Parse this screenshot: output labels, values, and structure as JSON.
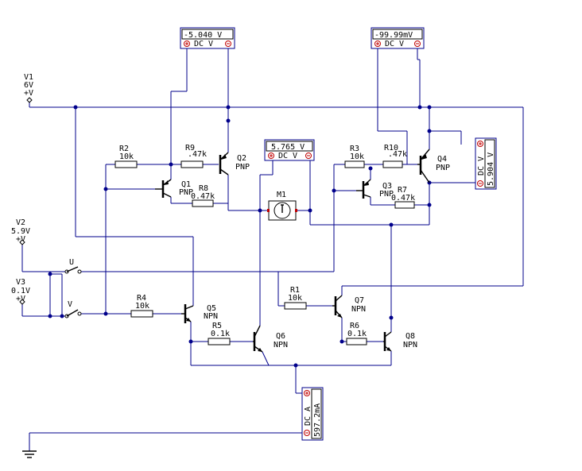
{
  "supplies": {
    "v1": {
      "name": "V1",
      "value": "6V",
      "sign": "+V"
    },
    "v2": {
      "name": "V2",
      "value": "5.9V",
      "sign": "+V"
    },
    "v3": {
      "name": "V3",
      "value": "0.1V",
      "sign": "+V"
    }
  },
  "switches": {
    "u": "U",
    "v": "V"
  },
  "resistors": [
    {
      "name": "R2",
      "value": "10k"
    },
    {
      "name": "R9",
      "value": ".47k"
    },
    {
      "name": "R8",
      "value": "0.47k"
    },
    {
      "name": "R3",
      "value": "10k"
    },
    {
      "name": "R10",
      "value": ".47k"
    },
    {
      "name": "R7",
      "value": "0.47k"
    },
    {
      "name": "R4",
      "value": "10k"
    },
    {
      "name": "R5",
      "value": "0.1k"
    },
    {
      "name": "R1",
      "value": "10k"
    },
    {
      "name": "R6",
      "value": "0.1k"
    }
  ],
  "transistors": [
    {
      "name": "Q1",
      "type": "PNP"
    },
    {
      "name": "Q2",
      "type": "PNP"
    },
    {
      "name": "Q3",
      "type": "PNP"
    },
    {
      "name": "Q4",
      "type": "PNP"
    },
    {
      "name": "Q5",
      "type": "NPN"
    },
    {
      "name": "Q6",
      "type": "NPN"
    },
    {
      "name": "Q7",
      "type": "NPN"
    },
    {
      "name": "Q8",
      "type": "NPN"
    }
  ],
  "motor": {
    "name": "M1"
  },
  "meters": {
    "m_left": {
      "reading": "-5.040 V",
      "mode": "DC V"
    },
    "m_right": {
      "reading": "-99.99mV",
      "mode": "DC V"
    },
    "m_center": {
      "reading": "5.765 V",
      "mode": "DC V"
    },
    "m_side": {
      "reading": "5.904 V",
      "mode": "DC V"
    },
    "m_amp": {
      "reading": "597.2mA",
      "mode": "DC A"
    }
  },
  "colors": {
    "wire": "#00008b",
    "component": "#000000",
    "meter_border": "#00008b",
    "meter_terminal": "#c00000"
  }
}
